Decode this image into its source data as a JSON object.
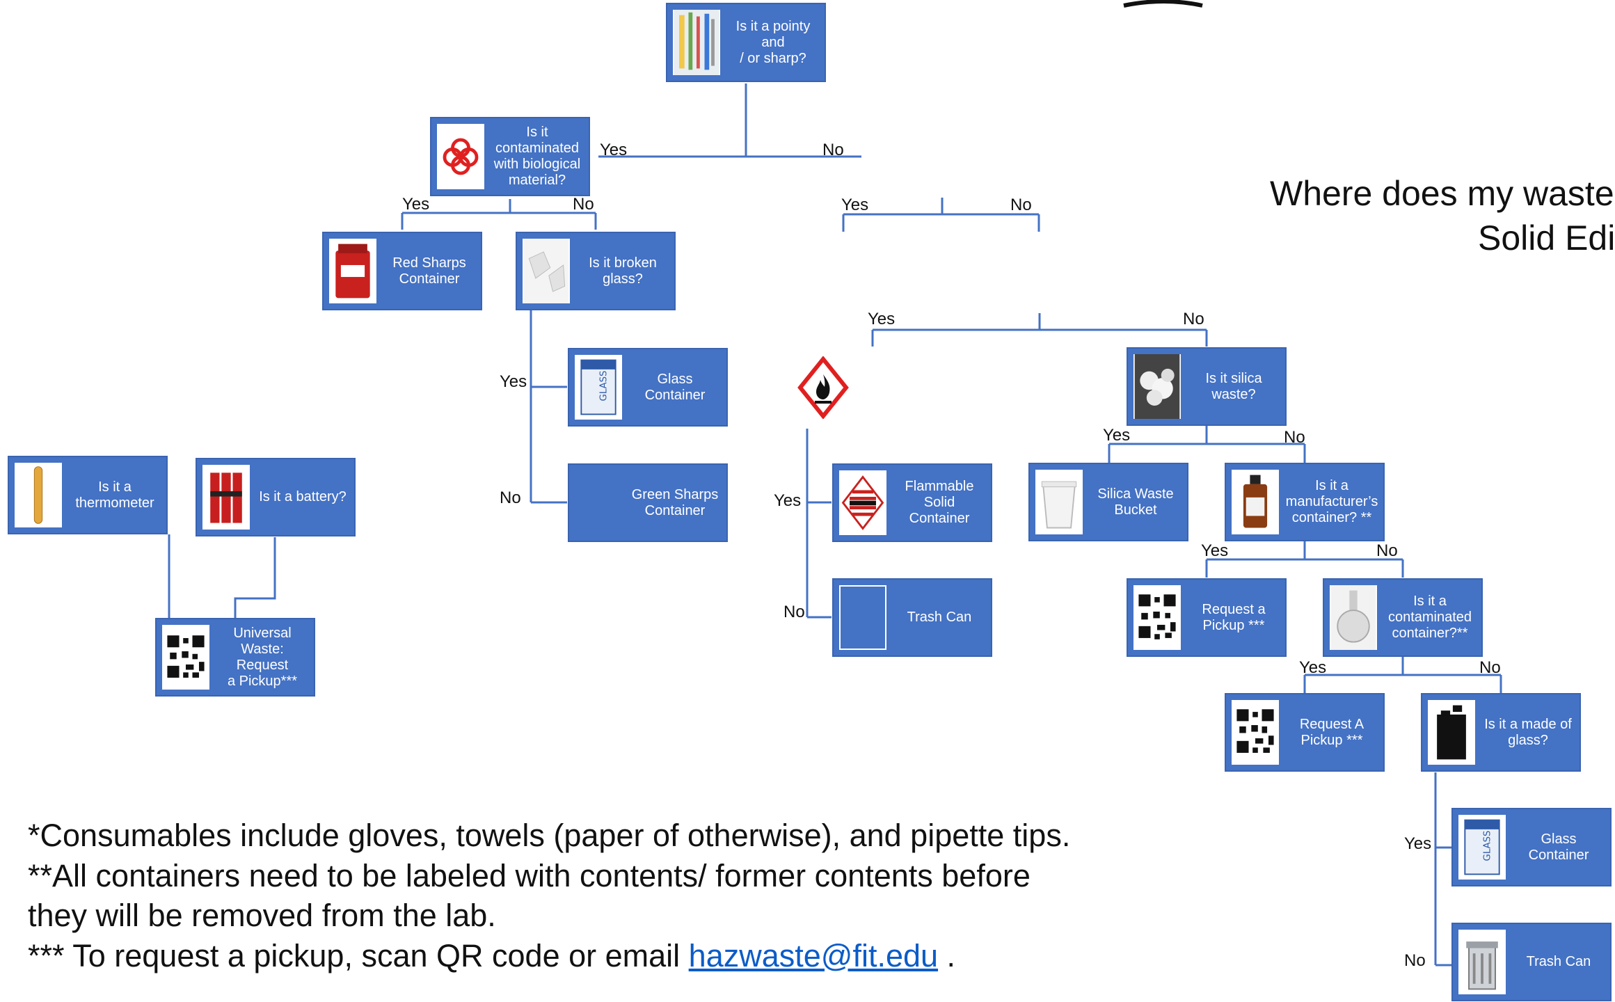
{
  "title": {
    "line1": "Where does my waste g",
    "line2": "Solid Edit"
  },
  "nodes": {
    "pointy": "Is it a pointy and\n/ or sharp?",
    "biological": "Is it\ncontaminated\nwith biological\nmaterial?",
    "red_sharps": "Red Sharps\nContainer",
    "broken_glass": "Is it broken\nglass?",
    "glass_container_1": "Glass Container",
    "green_sharps": "Green Sharps\nContainer",
    "thermometer": "Is it a\nthermometer",
    "battery": "Is it a battery?",
    "universal_waste": "Universal\nWaste: Request\na Pickup***",
    "flammable_solid": "Flammable Solid\nContainer",
    "trash_can_1": "Trash Can",
    "silica": "Is it silica waste?",
    "silica_bucket": "Silica Waste\nBucket",
    "manufacturer": "Is it a\nmanufacturer’s\ncontainer? **",
    "request_pickup_1": "Request a\nPickup ***",
    "contaminated_container": "Is it a\ncontaminated\ncontainer?**",
    "request_pickup_2": "Request A\nPickup ***",
    "made_of_glass": "Is it a made of\nglass?",
    "glass_container_2": "Glass Container",
    "trash_can_2": "Trash Can"
  },
  "labels": {
    "yes": "Yes",
    "no": "No"
  },
  "notes": {
    "line1": "*Consumables include gloves, towels (paper of otherwise), and pipette tips.",
    "line2": "**All containers need to be labeled with contents/ former contents before",
    "line3": "they will be removed from the lab.",
    "line4_prefix": "*** To request a pickup, scan QR code or email ",
    "line4_link": "hazwaste@fit.edu",
    "line4_suffix": " ."
  },
  "colors": {
    "box": "#4472c4",
    "line": "#4472c4",
    "text": "#111111",
    "link": "#0b5cc8"
  }
}
